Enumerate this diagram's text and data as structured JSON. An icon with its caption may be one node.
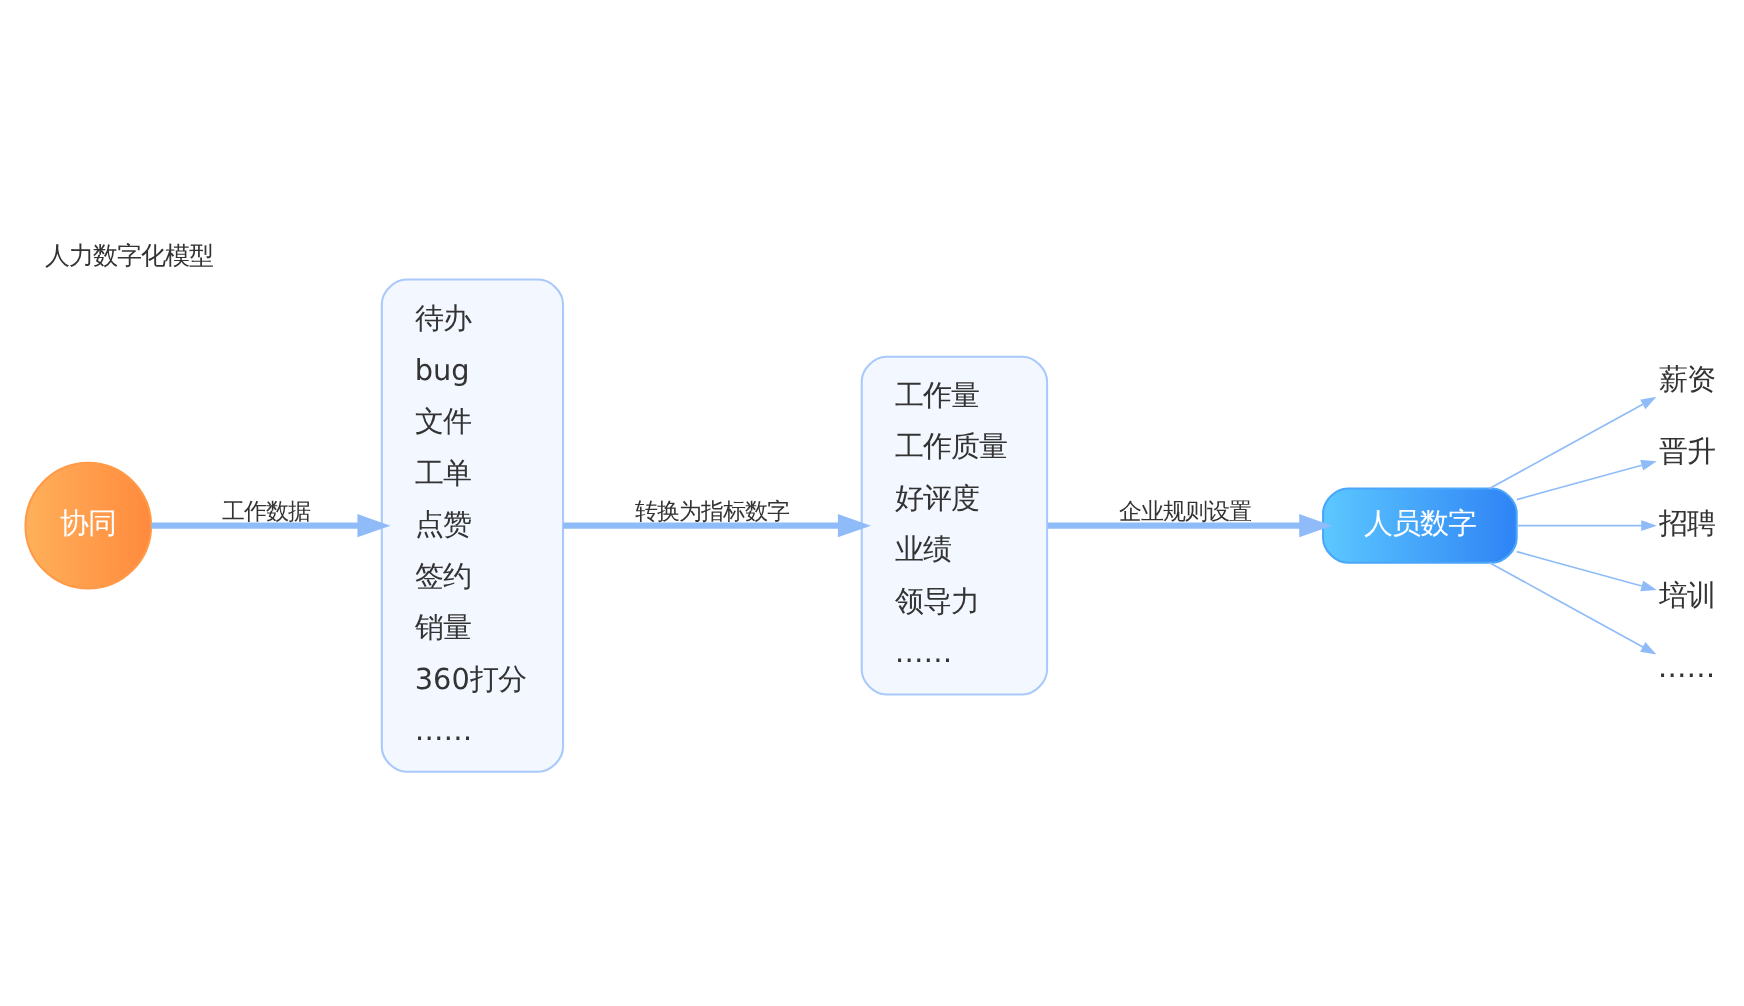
{
  "diagram": {
    "title": "人力数字化模型",
    "nodes": [
      {
        "text": [
          "协同"
        ]
      },
      {
        "text": [
          "待办",
          "bug",
          "文件",
          "工单",
          "点赞",
          "签约",
          "销量",
          "360打分",
          "……"
        ]
      },
      {
        "text": [
          "工作量",
          "工作质量",
          "好评度",
          "业绩",
          "领导力",
          "……"
        ]
      },
      {
        "text": [
          "人员数字"
        ]
      },
      {
        "text": [
          "薪资"
        ]
      },
      {
        "text": [
          "晋升"
        ]
      },
      {
        "text": [
          "招聘"
        ]
      },
      {
        "text": [
          "培训"
        ]
      },
      {
        "text": [
          "……"
        ]
      }
    ],
    "edges": [
      {
        "from": 0,
        "to": 1,
        "arrow": "to",
        "label": "工作数据",
        "style": "thick"
      },
      {
        "from": 1,
        "to": 2,
        "arrow": "to",
        "label": "转换为指标数字",
        "style": "thick"
      },
      {
        "from": 2,
        "to": 3,
        "arrow": "to",
        "label": "企业规则设置",
        "style": "thick"
      },
      {
        "from": 3,
        "to": 4,
        "arrow": "to"
      },
      {
        "from": 3,
        "to": 5,
        "arrow": "to"
      },
      {
        "from": 3,
        "to": 6,
        "arrow": "to"
      },
      {
        "from": 3,
        "to": 7,
        "arrow": "to"
      },
      {
        "from": 3,
        "to": 8,
        "arrow": "to"
      }
    ]
  }
}
